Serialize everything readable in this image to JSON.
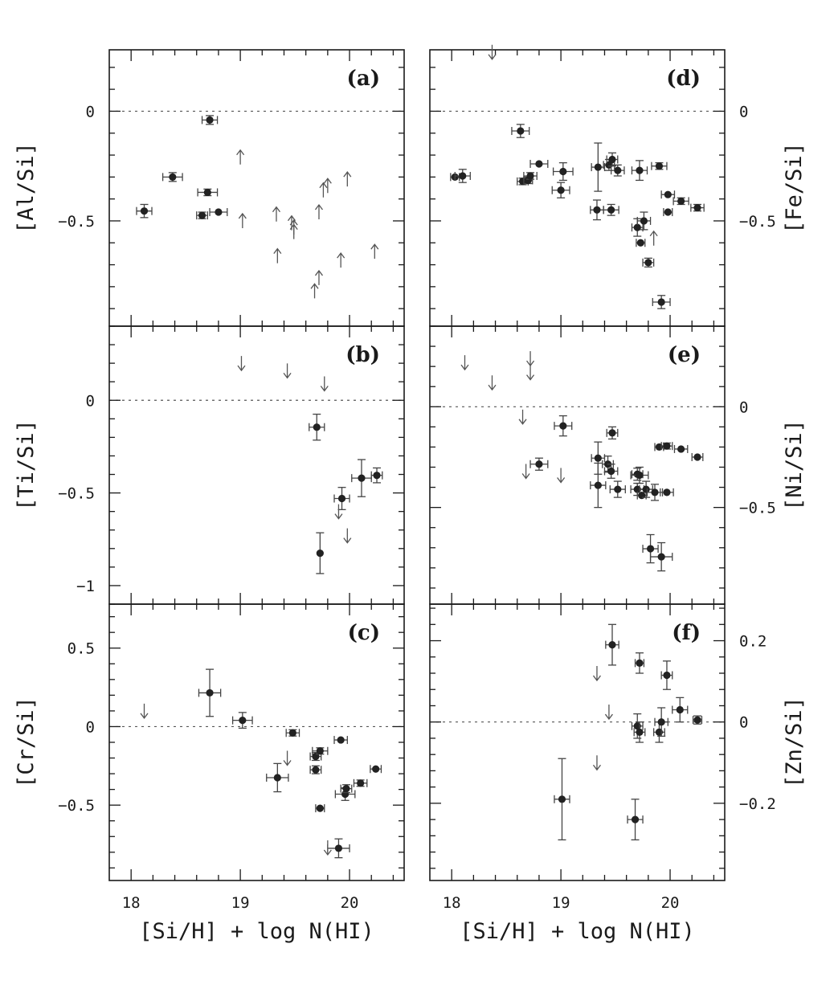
{
  "chart_data": [
    {
      "id": "a",
      "type": "scatter",
      "panel_label": "(a)",
      "xlabel": "",
      "ylabel": "[Al/Si]",
      "ylabel_side": "left",
      "xlim": [
        17.8,
        20.5
      ],
      "ylim": [
        -0.98,
        0.28
      ],
      "yticks": [
        0,
        -0.5
      ],
      "ytick_labels": [
        "0",
        "−0.5"
      ],
      "xticks": [
        18,
        19,
        20
      ],
      "xtick_labels": [],
      "reference_line": 0,
      "points": [
        {
          "x": 18.12,
          "y": -0.455,
          "xerr": 0.07,
          "yerr": 0.03
        },
        {
          "x": 18.38,
          "y": -0.3,
          "xerr": 0.09,
          "yerr": 0.02
        },
        {
          "x": 18.65,
          "y": -0.475,
          "xerr": 0.05,
          "yerr": 0.015
        },
        {
          "x": 18.7,
          "y": -0.37,
          "xerr": 0.09,
          "yerr": 0.015
        },
        {
          "x": 18.72,
          "y": -0.04,
          "xerr": 0.07,
          "yerr": 0.02
        },
        {
          "x": 18.8,
          "y": -0.46,
          "xerr": 0.08,
          "yerr": 0.0
        }
      ],
      "limits": [
        {
          "x": 19.0,
          "y": -0.21,
          "dir": "up"
        },
        {
          "x": 19.02,
          "y": -0.5,
          "dir": "up"
        },
        {
          "x": 19.33,
          "y": -0.47,
          "dir": "up"
        },
        {
          "x": 19.34,
          "y": -0.66,
          "dir": "up"
        },
        {
          "x": 19.47,
          "y": -0.51,
          "dir": "up"
        },
        {
          "x": 19.49,
          "y": -0.53,
          "dir": "up"
        },
        {
          "x": 19.49,
          "y": -0.55,
          "dir": "up"
        },
        {
          "x": 19.68,
          "y": -0.82,
          "dir": "up"
        },
        {
          "x": 19.72,
          "y": -0.76,
          "dir": "up"
        },
        {
          "x": 19.72,
          "y": -0.46,
          "dir": "up"
        },
        {
          "x": 19.76,
          "y": -0.36,
          "dir": "up"
        },
        {
          "x": 19.8,
          "y": -0.34,
          "dir": "up"
        },
        {
          "x": 19.92,
          "y": -0.68,
          "dir": "up"
        },
        {
          "x": 19.98,
          "y": -0.31,
          "dir": "up"
        },
        {
          "x": 20.23,
          "y": -0.64,
          "dir": "up"
        }
      ]
    },
    {
      "id": "b",
      "type": "scatter",
      "panel_label": "(b)",
      "xlabel": "",
      "ylabel": "[Ti/Si]",
      "ylabel_side": "left",
      "xlim": [
        17.8,
        20.5
      ],
      "ylim": [
        -1.1,
        0.4
      ],
      "yticks": [
        0,
        -0.5,
        -1
      ],
      "ytick_labels": [
        "0",
        "−0.5",
        "−1"
      ],
      "xticks": [
        18,
        19,
        20
      ],
      "xtick_labels": [],
      "reference_line": 0,
      "points": [
        {
          "x": 19.7,
          "y": -0.145,
          "xerr": 0.07,
          "yerr": 0.07
        },
        {
          "x": 19.73,
          "y": -0.825,
          "xerr": 0.0,
          "yerr": 0.11
        },
        {
          "x": 19.93,
          "y": -0.53,
          "xerr": 0.07,
          "yerr": 0.06
        },
        {
          "x": 20.11,
          "y": -0.42,
          "xerr": 0.09,
          "yerr": 0.1
        },
        {
          "x": 20.25,
          "y": -0.405,
          "xerr": 0.05,
          "yerr": 0.04
        }
      ],
      "limits": [
        {
          "x": 19.01,
          "y": 0.2,
          "dir": "down"
        },
        {
          "x": 19.43,
          "y": 0.16,
          "dir": "down"
        },
        {
          "x": 19.77,
          "y": 0.09,
          "dir": "down"
        },
        {
          "x": 19.9,
          "y": -0.6,
          "dir": "down"
        },
        {
          "x": 19.98,
          "y": -0.73,
          "dir": "down"
        }
      ]
    },
    {
      "id": "c",
      "type": "scatter",
      "panel_label": "(c)",
      "xlabel": "[Si/H] + log N(HI)",
      "ylabel": "[Cr/Si]",
      "ylabel_side": "left",
      "xlim": [
        17.8,
        20.5
      ],
      "ylim": [
        -0.98,
        0.78
      ],
      "yticks": [
        0.5,
        0,
        -0.5
      ],
      "ytick_labels": [
        "0.5",
        "0",
        "−0.5"
      ],
      "xticks": [
        18,
        19,
        20
      ],
      "xtick_labels": [
        "18",
        "19",
        "20"
      ],
      "reference_line": 0,
      "points": [
        {
          "x": 18.72,
          "y": 0.215,
          "xerr": 0.1,
          "yerr": 0.15
        },
        {
          "x": 19.02,
          "y": 0.04,
          "xerr": 0.09,
          "yerr": 0.05
        },
        {
          "x": 19.34,
          "y": -0.325,
          "xerr": 0.1,
          "yerr": 0.09
        },
        {
          "x": 19.48,
          "y": -0.04,
          "xerr": 0.06,
          "yerr": 0.02
        },
        {
          "x": 19.69,
          "y": -0.275,
          "xerr": 0.05,
          "yerr": 0.025
        },
        {
          "x": 19.69,
          "y": -0.19,
          "xerr": 0.05,
          "yerr": 0.025
        },
        {
          "x": 19.73,
          "y": -0.155,
          "xerr": 0.07,
          "yerr": 0.02
        },
        {
          "x": 19.73,
          "y": -0.52,
          "xerr": 0.04,
          "yerr": 0.0
        },
        {
          "x": 19.9,
          "y": -0.775,
          "xerr": 0.1,
          "yerr": 0.06
        },
        {
          "x": 19.92,
          "y": -0.085,
          "xerr": 0.06,
          "yerr": 0.0
        },
        {
          "x": 19.96,
          "y": -0.43,
          "xerr": 0.09,
          "yerr": 0.04
        },
        {
          "x": 19.97,
          "y": -0.395,
          "xerr": 0.05,
          "yerr": 0.025
        },
        {
          "x": 20.1,
          "y": -0.36,
          "xerr": 0.06,
          "yerr": 0.02
        },
        {
          "x": 20.24,
          "y": -0.27,
          "xerr": 0.05,
          "yerr": 0.0
        }
      ],
      "limits": [
        {
          "x": 18.12,
          "y": 0.1,
          "dir": "down"
        },
        {
          "x": 19.43,
          "y": -0.2,
          "dir": "down"
        },
        {
          "x": 19.8,
          "y": -0.77,
          "dir": "down"
        }
      ]
    },
    {
      "id": "d",
      "type": "scatter",
      "panel_label": "(d)",
      "xlabel": "",
      "ylabel": "[Fe/Si]",
      "ylabel_side": "right",
      "xlim": [
        17.8,
        20.5
      ],
      "ylim": [
        -0.98,
        0.28
      ],
      "yticks": [
        0,
        -0.5
      ],
      "ytick_labels": [
        "0",
        "−0.5"
      ],
      "xticks": [
        18,
        19,
        20
      ],
      "xtick_labels": [],
      "reference_line": 0,
      "points": [
        {
          "x": 18.03,
          "y": -0.3,
          "xerr": 0.04,
          "yerr": 0.0
        },
        {
          "x": 18.1,
          "y": -0.295,
          "xerr": 0.07,
          "yerr": 0.03
        },
        {
          "x": 18.63,
          "y": -0.09,
          "xerr": 0.08,
          "yerr": 0.03
        },
        {
          "x": 18.65,
          "y": -0.32,
          "xerr": 0.05,
          "yerr": 0.015
        },
        {
          "x": 18.7,
          "y": -0.315,
          "xerr": 0.04,
          "yerr": 0.015
        },
        {
          "x": 18.72,
          "y": -0.295,
          "xerr": 0.06,
          "yerr": 0.015
        },
        {
          "x": 18.8,
          "y": -0.24,
          "xerr": 0.08,
          "yerr": 0.0
        },
        {
          "x": 19.0,
          "y": -0.36,
          "xerr": 0.08,
          "yerr": 0.035
        },
        {
          "x": 19.02,
          "y": -0.275,
          "xerr": 0.09,
          "yerr": 0.04
        },
        {
          "x": 19.33,
          "y": -0.45,
          "xerr": 0.06,
          "yerr": 0.045
        },
        {
          "x": 19.34,
          "y": -0.255,
          "xerr": 0.06,
          "yerr": 0.11
        },
        {
          "x": 19.44,
          "y": -0.245,
          "xerr": 0.05,
          "yerr": 0.025
        },
        {
          "x": 19.46,
          "y": -0.45,
          "xerr": 0.07,
          "yerr": 0.025
        },
        {
          "x": 19.47,
          "y": -0.22,
          "xerr": 0.05,
          "yerr": 0.03
        },
        {
          "x": 19.52,
          "y": -0.27,
          "xerr": 0.06,
          "yerr": 0.025
        },
        {
          "x": 19.7,
          "y": -0.53,
          "xerr": 0.05,
          "yerr": 0.04
        },
        {
          "x": 19.72,
          "y": -0.27,
          "xerr": 0.07,
          "yerr": 0.045
        },
        {
          "x": 19.73,
          "y": -0.6,
          "xerr": 0.04,
          "yerr": 0.0
        },
        {
          "x": 19.76,
          "y": -0.5,
          "xerr": 0.06,
          "yerr": 0.04
        },
        {
          "x": 19.8,
          "y": -0.69,
          "xerr": 0.05,
          "yerr": 0.02
        },
        {
          "x": 19.9,
          "y": -0.25,
          "xerr": 0.07,
          "yerr": 0.015
        },
        {
          "x": 19.92,
          "y": -0.87,
          "xerr": 0.08,
          "yerr": 0.03
        },
        {
          "x": 19.98,
          "y": -0.38,
          "xerr": 0.06,
          "yerr": 0.0
        },
        {
          "x": 19.98,
          "y": -0.46,
          "xerr": 0.04,
          "yerr": 0.0
        },
        {
          "x": 20.1,
          "y": -0.41,
          "xerr": 0.07,
          "yerr": 0.015
        },
        {
          "x": 20.25,
          "y": -0.44,
          "xerr": 0.06,
          "yerr": 0.015
        }
      ],
      "limits": [
        {
          "x": 18.37,
          "y": 0.27,
          "dir": "down"
        },
        {
          "x": 19.85,
          "y": -0.58,
          "dir": "up"
        }
      ]
    },
    {
      "id": "e",
      "type": "scatter",
      "panel_label": "(e)",
      "xlabel": "",
      "ylabel": "[Ni/Si]",
      "ylabel_side": "right",
      "xlim": [
        17.8,
        20.5
      ],
      "ylim": [
        -0.98,
        0.4
      ],
      "yticks": [
        0,
        -0.5
      ],
      "ytick_labels": [
        "0",
        "−0.5"
      ],
      "xticks": [
        18,
        19,
        20
      ],
      "xtick_labels": [],
      "reference_line": 0,
      "points": [
        {
          "x": 18.8,
          "y": -0.285,
          "xerr": 0.08,
          "yerr": 0.03
        },
        {
          "x": 19.02,
          "y": -0.095,
          "xerr": 0.08,
          "yerr": 0.05
        },
        {
          "x": 19.34,
          "y": -0.255,
          "xerr": 0.06,
          "yerr": 0.08
        },
        {
          "x": 19.34,
          "y": -0.39,
          "xerr": 0.07,
          "yerr": 0.11
        },
        {
          "x": 19.43,
          "y": -0.285,
          "xerr": 0.05,
          "yerr": 0.04
        },
        {
          "x": 19.46,
          "y": -0.32,
          "xerr": 0.06,
          "yerr": 0.035
        },
        {
          "x": 19.47,
          "y": -0.13,
          "xerr": 0.05,
          "yerr": 0.03
        },
        {
          "x": 19.52,
          "y": -0.41,
          "xerr": 0.07,
          "yerr": 0.04
        },
        {
          "x": 19.7,
          "y": -0.41,
          "xerr": 0.06,
          "yerr": 0.03
        },
        {
          "x": 19.7,
          "y": -0.335,
          "xerr": 0.05,
          "yerr": 0.03
        },
        {
          "x": 19.72,
          "y": -0.34,
          "xerr": 0.08,
          "yerr": 0.04
        },
        {
          "x": 19.74,
          "y": -0.44,
          "xerr": 0.04,
          "yerr": 0.0
        },
        {
          "x": 19.78,
          "y": -0.41,
          "xerr": 0.06,
          "yerr": 0.04
        },
        {
          "x": 19.82,
          "y": -0.705,
          "xerr": 0.07,
          "yerr": 0.07
        },
        {
          "x": 19.86,
          "y": -0.425,
          "xerr": 0.07,
          "yerr": 0.04
        },
        {
          "x": 19.9,
          "y": -0.2,
          "xerr": 0.04,
          "yerr": 0.0
        },
        {
          "x": 19.92,
          "y": -0.745,
          "xerr": 0.1,
          "yerr": 0.07
        },
        {
          "x": 19.97,
          "y": -0.425,
          "xerr": 0.06,
          "yerr": 0.0
        },
        {
          "x": 19.97,
          "y": -0.195,
          "xerr": 0.05,
          "yerr": 0.015
        },
        {
          "x": 20.1,
          "y": -0.21,
          "xerr": 0.06,
          "yerr": 0.0
        },
        {
          "x": 20.25,
          "y": -0.25,
          "xerr": 0.05,
          "yerr": 0.0
        }
      ],
      "limits": [
        {
          "x": 18.12,
          "y": 0.22,
          "dir": "down"
        },
        {
          "x": 18.37,
          "y": 0.12,
          "dir": "down"
        },
        {
          "x": 18.65,
          "y": -0.05,
          "dir": "down"
        },
        {
          "x": 18.68,
          "y": -0.32,
          "dir": "down"
        },
        {
          "x": 18.72,
          "y": 0.24,
          "dir": "down"
        },
        {
          "x": 18.72,
          "y": 0.17,
          "dir": "down"
        },
        {
          "x": 19.0,
          "y": -0.34,
          "dir": "down"
        }
      ]
    },
    {
      "id": "f",
      "type": "scatter",
      "panel_label": "(f)",
      "xlabel": "[Si/H] + log N(HI)",
      "ylabel": "[Zn/Si]",
      "ylabel_side": "right",
      "xlim": [
        17.8,
        20.5
      ],
      "ylim": [
        -0.39,
        0.29
      ],
      "yticks": [
        0.2,
        0,
        -0.2
      ],
      "ytick_labels": [
        "0.2",
        "0",
        "−0.2"
      ],
      "xticks": [
        18,
        19,
        20
      ],
      "xtick_labels": [
        "18",
        "19",
        "20"
      ],
      "reference_line": 0,
      "points": [
        {
          "x": 19.01,
          "y": -0.19,
          "xerr": 0.07,
          "yerr": 0.1
        },
        {
          "x": 19.47,
          "y": 0.19,
          "xerr": 0.06,
          "yerr": 0.05
        },
        {
          "x": 19.68,
          "y": -0.24,
          "xerr": 0.07,
          "yerr": 0.05
        },
        {
          "x": 19.7,
          "y": -0.01,
          "xerr": 0.05,
          "yerr": 0.03
        },
        {
          "x": 19.72,
          "y": 0.145,
          "xerr": 0.04,
          "yerr": 0.025
        },
        {
          "x": 19.72,
          "y": -0.025,
          "xerr": 0.05,
          "yerr": 0.025
        },
        {
          "x": 19.9,
          "y": -0.025,
          "xerr": 0.05,
          "yerr": 0.025
        },
        {
          "x": 19.92,
          "y": 0.0,
          "xerr": 0.06,
          "yerr": 0.035
        },
        {
          "x": 19.97,
          "y": 0.115,
          "xerr": 0.05,
          "yerr": 0.035
        },
        {
          "x": 20.09,
          "y": 0.03,
          "xerr": 0.07,
          "yerr": 0.03
        },
        {
          "x": 20.25,
          "y": 0.005,
          "xerr": 0.04,
          "yerr": 0.01
        }
      ],
      "limits": [
        {
          "x": 19.33,
          "y": 0.12,
          "dir": "down"
        },
        {
          "x": 19.33,
          "y": -0.1,
          "dir": "down"
        },
        {
          "x": 19.44,
          "y": 0.025,
          "dir": "down"
        }
      ]
    }
  ]
}
